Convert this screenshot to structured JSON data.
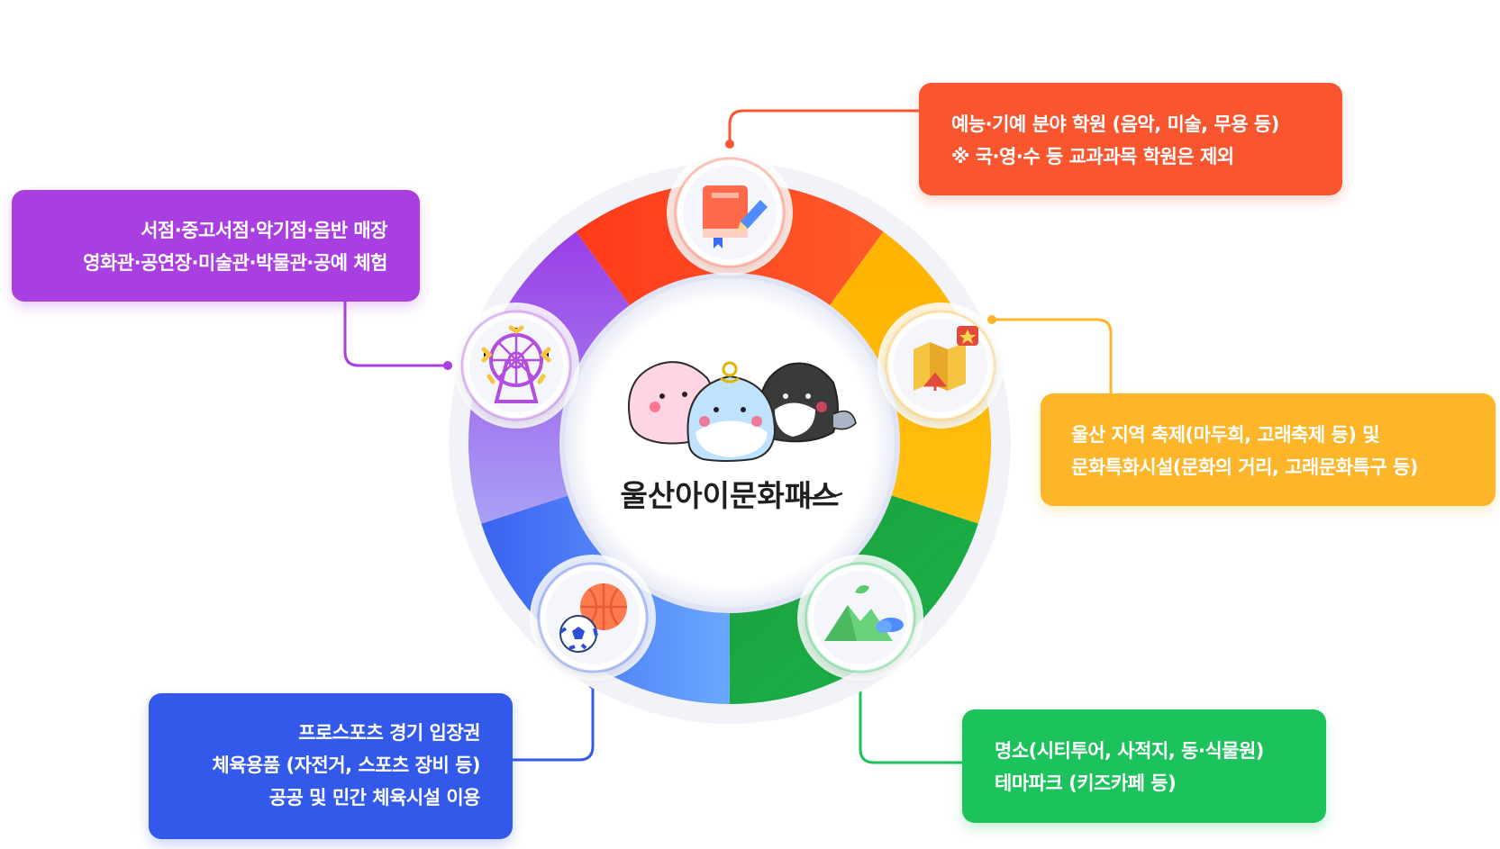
{
  "center": {
    "logo_text": "울산아이문화패스"
  },
  "categories": [
    {
      "id": "academy",
      "icon": "book-pencil-icon",
      "color": "#f95630",
      "lines": [
        "예능·기예 분야 학원 (음악, 미술, 무용 등)",
        "※ 국·영·수 등 교과과목 학원은 제외"
      ]
    },
    {
      "id": "festival",
      "icon": "map-flag-icon",
      "color": "#fdb52a",
      "lines": [
        "울산 지역 축제(마두희, 고래축제 등) 및",
        "문화특화시설(문화의 거리, 고래문화특구 등)"
      ]
    },
    {
      "id": "tour",
      "icon": "mountain-cloud-icon",
      "color": "#1cc25b",
      "lines": [
        "명소(시티투어, 사적지, 동·식물원)",
        "테마파크 (키즈카페 등)"
      ]
    },
    {
      "id": "sports",
      "icon": "sports-balls-icon",
      "color": "#3359ea",
      "lines": [
        "프로스포츠 경기 입장권",
        "체육용품 (자전거, 스포츠 장비 등)",
        "공공 및 민간 체육시설 이용"
      ]
    },
    {
      "id": "culture",
      "icon": "ferris-wheel-icon",
      "color": "#a93fe0",
      "lines": [
        "서점·중고서점·악기점·음반 매장",
        "영화관·공연장·미술관·박물관·공예 체험"
      ]
    }
  ]
}
